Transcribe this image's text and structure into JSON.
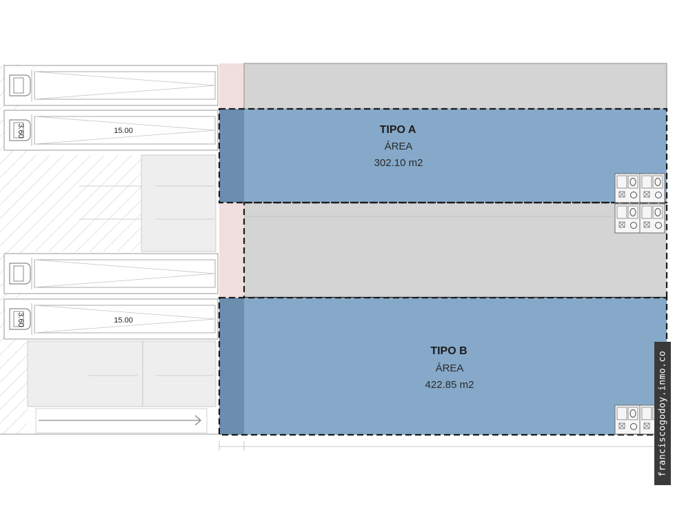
{
  "units": [
    {
      "id": "tipo-a",
      "title": "TIPO A",
      "area_label": "ÁREA",
      "area_value": "302.10 m2"
    },
    {
      "id": "tipo-b",
      "title": "TIPO B",
      "area_label": "ÁREA",
      "area_value": "422.85 m2"
    }
  ],
  "dimensions": {
    "truck_length": "15.00",
    "truck_width": "3.60"
  },
  "watermark": {
    "text": "franciscogodoy.inmo.co"
  },
  "colors": {
    "unit_fill": "#86a9c9",
    "unit_edge_fill": "#6b8eaf",
    "common_area_fill": "#d4d4d4",
    "separator_fill": "#f1dede",
    "yard_fill": "#ececec",
    "hatch_line": "#c9c9c9"
  },
  "icons": {
    "truck": "truck-topview-icon",
    "toilet": "toilet-icon",
    "arrow": "arrow-right-icon"
  }
}
